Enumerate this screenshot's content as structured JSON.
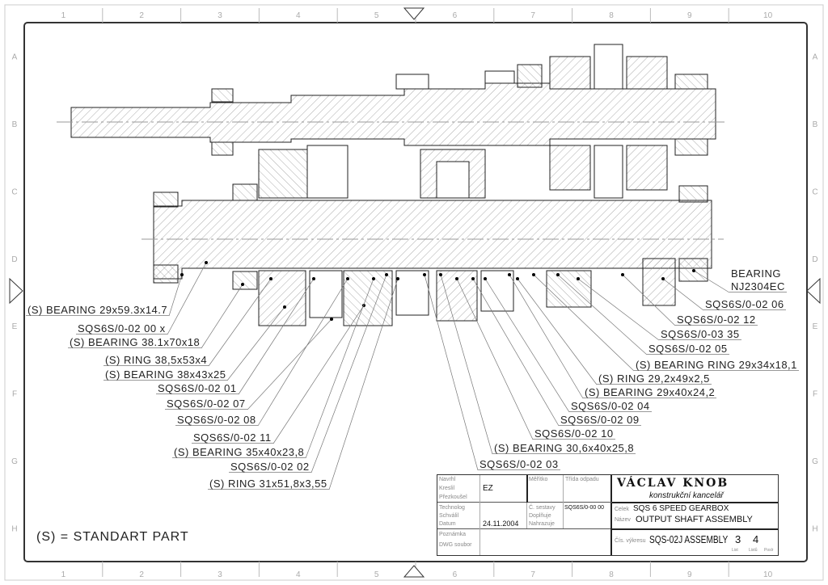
{
  "frame": {
    "columns": [
      "1",
      "2",
      "3",
      "4",
      "5",
      "6",
      "7",
      "8",
      "9",
      "10"
    ],
    "rows": [
      "A",
      "B",
      "C",
      "D",
      "E",
      "F",
      "G",
      "H"
    ]
  },
  "labels_left": [
    "(S) BEARING 29x59.3x14.7",
    "SQS6S/0-02 00 x",
    "(S) BEARING 38.1x70x18",
    "(S) RING 38,5x53x4",
    "(S) BEARING 38x43x25",
    "SQS6S/0-02 01",
    "SQS6S/0-02 07",
    "SQS6S/0-02 08",
    "SQS6S/0-02 11",
    "(S) BEARING 35x40x23,8",
    "SQS6S/0-02 02",
    "(S) RING 31x51,8x3,55"
  ],
  "labels_right": [
    "BEARING",
    "NJ2304EC",
    "SQS6S/0-02 06",
    "SQS6S/0-02 12",
    "SQS6S/0-03 35",
    "SQS6S/0-02 05",
    "(S) BEARING RING 29x34x18,1",
    "(S) RING 29,2x49x2,5",
    "(S) BEARING 29x40x24,2",
    "SQS6S/0-02 04",
    "SQS6S/0-02 09",
    "SQS6S/0-02 10",
    "(S) BEARING 30,6x40x25,8",
    "SQS6S/0-02 03"
  ],
  "legend": "(S) = STANDART PART",
  "title_block": {
    "navrhl": "Navrhl",
    "kreslil": "Kreslil",
    "kreslil_value": "EZ",
    "prezkousel": "Přezkoušel",
    "technolog": "Technolog",
    "schvalil": "Schválil",
    "datum": "Datum",
    "datum_value": "24.11.2004",
    "poznamka": "Poznámka",
    "dwg": "DWG soubor",
    "meritko": "Měřítko",
    "trida": "Třída odpadu",
    "c_sestavy": "Č. sestavy",
    "c_sestavy_value": "SQS6S/0-00 00",
    "doplnuje": "Doplňuje",
    "nahrazuje": "Nahrazuje",
    "company": "VÁCLAV KNOB",
    "company_sub": "konstrukční kancelář",
    "celek_label": "Celek",
    "celek": "SQS 6 SPEED GEARBOX",
    "nazev_label": "Název",
    "nazev": "OUTPUT SHAFT ASSEMBLY",
    "cis_label": "Čís. výkresu",
    "drawing_no": "SQS-02J ASSEMBLY",
    "sheet": "3",
    "sheets": "4",
    "list_label": "List",
    "listu_label": "Listů",
    "format_label": "Poslr"
  },
  "colors": {
    "line": "#222222",
    "hatch": "#777777",
    "frame": "#333333"
  }
}
